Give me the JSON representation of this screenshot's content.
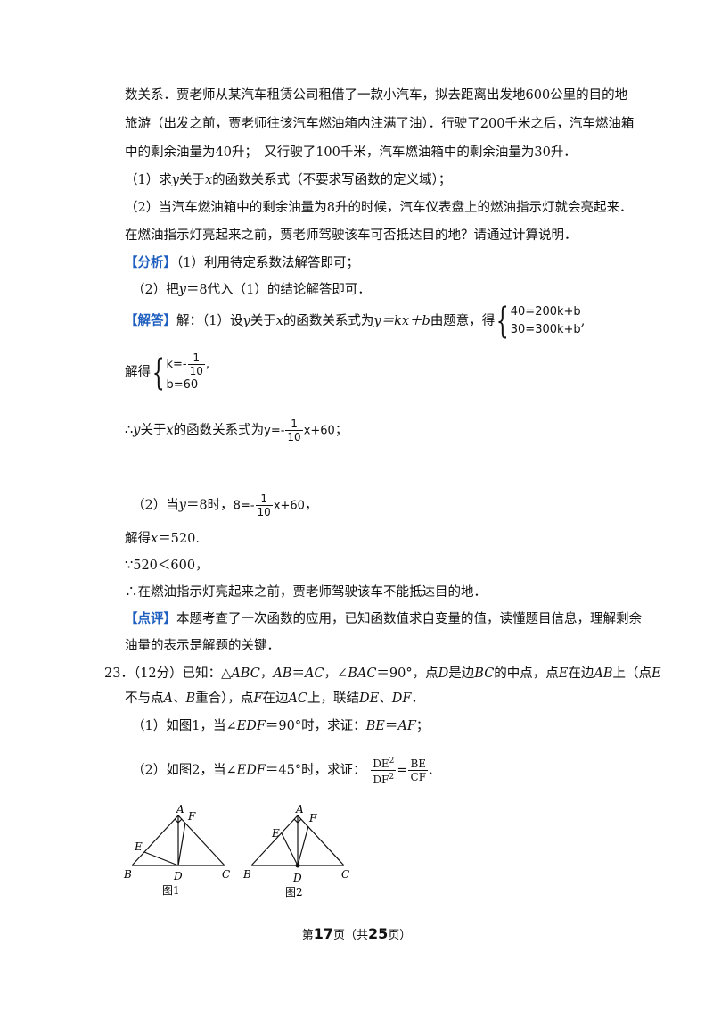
{
  "p1": {
    "a": "数关系．贾老师从某汽车租赁公司租借了一款小汽车，拟去距离出发地600公里的目的地"
  },
  "p2": {
    "a": "旅游（出发之前，贾老师往该汽车燃油箱内注满了油）．行驶了200千米之后，汽车燃油箱"
  },
  "p3": {
    "a": "中的剩余油量为40升；　又行驶了100千米，汽车燃油箱中的剩余油量为30升．"
  },
  "p4": {
    "a": "（1）求",
    "v1": "y",
    "b": "关于",
    "v2": "x",
    "c": "的函数关系式（不要求写函数的定义域）；"
  },
  "p5": {
    "a": "（2）当汽车燃油箱中的剩余油量为8升的时候，汽车仪表盘上的燃油指示灯就会亮起来．"
  },
  "p6": {
    "a": "在燃油指示灯亮起来之前，贾老师驾驶该车可否抵达目的地？请通过计算说明．"
  },
  "analysis": {
    "tag": "【分析】",
    "a": "（1）利用待定系数法解答即可；"
  },
  "analysis2": {
    "a": "（2）把",
    "v": "y",
    "b": "＝8代入（1）的结论解答即可．"
  },
  "answer": {
    "tag": "【解答】",
    "a": "解：（1）设",
    "v1": "y",
    "b": "关于",
    "v2": "x",
    "c": "的函数关系式为",
    "f": "y＝kx＋b",
    "d": "由题意，得",
    "eq1": "40=200k+b",
    "eq2": "30=300k+b",
    "e": ","
  },
  "solve": {
    "a": "解得",
    "k_pre": "k=-",
    "k_num": "1",
    "k_den": "10",
    "k_post": ",",
    "b": "b=60"
  },
  "res": {
    "a": "∴",
    "v1": "y",
    "b": "关于",
    "v2": "x",
    "c": "的函数关系式为",
    "f_pre": "y=-",
    "num": "1",
    "den": "10",
    "f_post": "x+60",
    "d": "；"
  },
  "part2": {
    "a": "（2）当",
    "v": "y",
    "b": "＝8时，",
    "f_pre": "8=-",
    "num": "1",
    "den": "10",
    "f_post": "x+60",
    "c": "，"
  },
  "solvex": {
    "a": "解得",
    "v": "x",
    "b": "＝520."
  },
  "because": {
    "a": "∵520＜600，"
  },
  "therefore": {
    "a": "∴在燃油指示灯亮起来之前，贾老师驾驶该车不能抵达目的地．"
  },
  "comment": {
    "tag": "【点评】",
    "a": "本题考查了一次函数的应用，已知函数值求自变量的值，读懂题目信息，理解剩余"
  },
  "comment2": {
    "a": "油量的表示是解题的关键．"
  },
  "q23": {
    "num": "23．",
    "a": "（12分）已知：△",
    "v1": "ABC",
    "b": "，",
    "v2": "AB",
    "c": "＝",
    "v3": "AC",
    "d": "，∠",
    "v4": "BAC",
    "e": "＝90°，点",
    "v5": "D",
    "f": "是边",
    "v6": "BC",
    "g": "的中点，点",
    "v7": "E",
    "h": "在边",
    "v8": "AB",
    "i": "上（点",
    "v9": "E"
  },
  "q23b": {
    "a": "不与点",
    "v1": "A",
    "b": "、",
    "v2": "B",
    "c": "重合），点",
    "v3": "F",
    "d": "在边",
    "v4": "AC",
    "e": "上，联结",
    "v5": "DE",
    "f": "、",
    "v6": "DF",
    "g": "．"
  },
  "q23c": {
    "a": "（1）如图1，当∠",
    "v1": "EDF",
    "b": "＝90°时，求证：",
    "v2": "BE",
    "c": "＝",
    "v3": "AF",
    "d": "；"
  },
  "q23d": {
    "a": "（2）如图2，当∠",
    "v1": "EDF",
    "b": "＝45°时，求证：",
    "n1": "DE",
    "d1": "DF",
    "exp": "2",
    "n2": "BE",
    "d2": "CF",
    "c": "."
  },
  "fig1": {
    "A": "A",
    "F": "F",
    "E": "E",
    "B": "B",
    "D": "D",
    "C": "C",
    "cap": "图1"
  },
  "fig2": {
    "A": "A",
    "F": "F",
    "E": "E",
    "B": "B",
    "D": "D",
    "C": "C",
    "cap": "图2"
  },
  "footer": {
    "a": "第",
    "page": "17",
    "b": "页（共",
    "total": "25",
    "c": "页）"
  },
  "colors": {
    "tag": "#1f5fbf"
  }
}
